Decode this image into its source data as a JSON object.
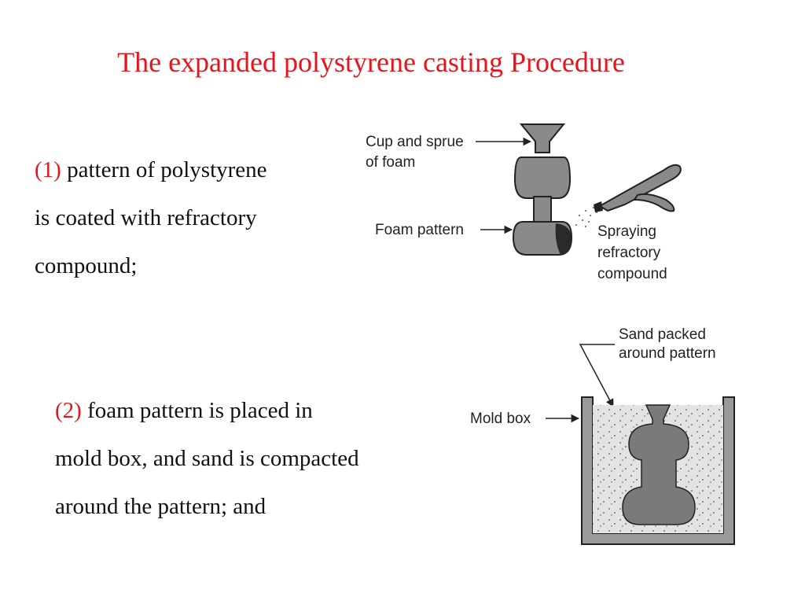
{
  "title": "The expanded polystyrene casting Procedure",
  "step1": {
    "number": "(1)",
    "lines": [
      "pattern of polystyrene",
      "is coated with refractory",
      "compound;"
    ]
  },
  "step2": {
    "number": "(2)",
    "lines": [
      "foam pattern is placed in",
      "mold box, and sand is compacted",
      "around the pattern; and"
    ]
  },
  "figure1": {
    "labels": {
      "cup_line1": "Cup and sprue",
      "cup_line2": "of foam",
      "foam_pattern": "Foam pattern",
      "spray_line1": "Spraying",
      "spray_line2": "refractory",
      "spray_line3": "compound"
    }
  },
  "figure2": {
    "labels": {
      "sand_line1": "Sand packed",
      "sand_line2": "around pattern",
      "mold_box": "Mold box"
    }
  },
  "colors": {
    "accent": "#e8141b",
    "text": "#111111",
    "pattern": "#7a7a7a"
  }
}
